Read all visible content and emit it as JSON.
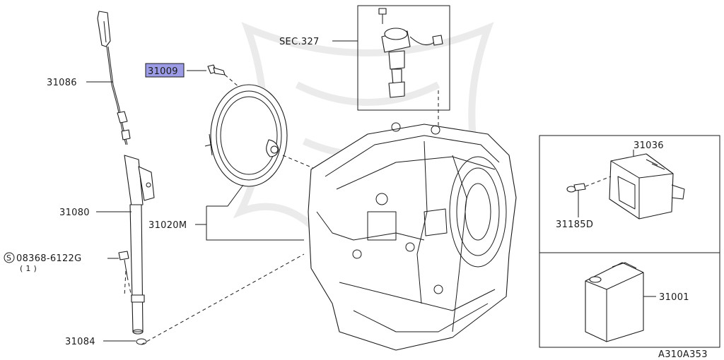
{
  "diagram_id": "A310A353",
  "highlight_color": "#9b9be6",
  "labels": {
    "p31086": "31086",
    "p31009": "31009",
    "sec327": "SEC.327",
    "p31080": "31080",
    "p31020m": "31020M",
    "bolt_num": "08368-6122G",
    "bolt_prefix": "S",
    "bolt_qty": "( 1 )",
    "p31084": "31084",
    "p31036": "31036",
    "p31185d": "31185D",
    "p31001": "31001"
  }
}
